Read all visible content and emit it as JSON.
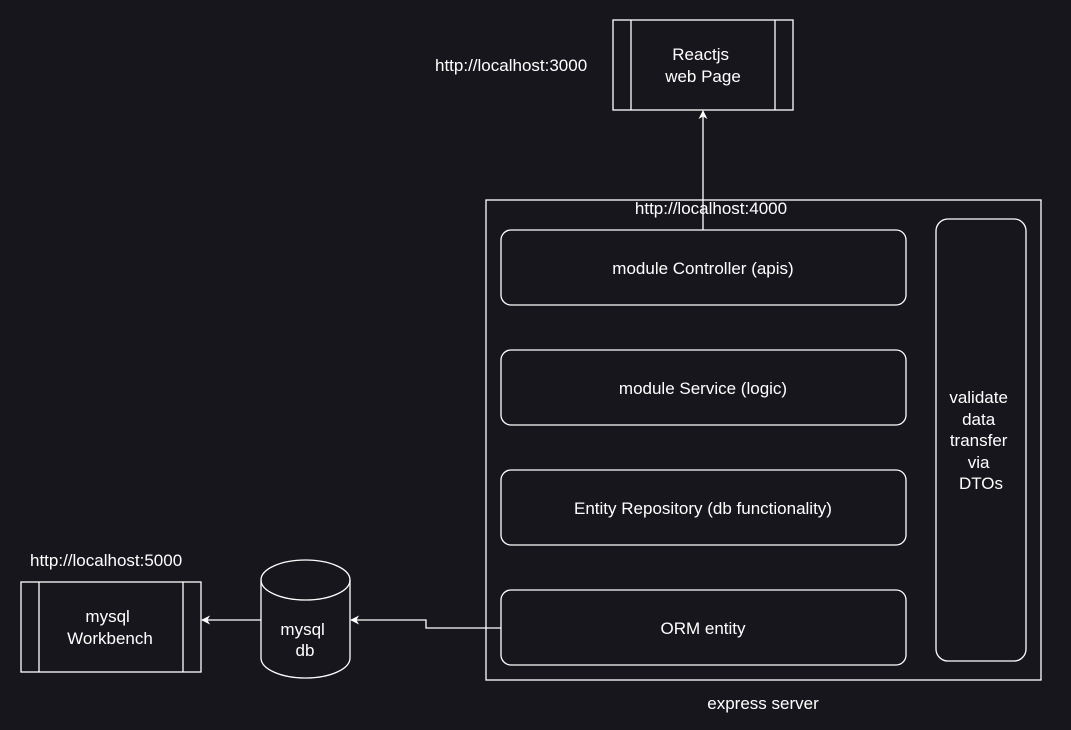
{
  "diagram": {
    "react_url": "http://localhost:3000",
    "react_page": [
      "Reactjs",
      "web Page"
    ],
    "server_url": "http://localhost:4000",
    "controller": "module Controller (apis)",
    "service": "module Service (logic)",
    "repository": "Entity Repository (db functionality)",
    "orm_entity": "ORM entity",
    "dto_validation": [
      "validate",
      "data",
      "transfer",
      "via",
      "DTOs"
    ],
    "server_label": "express server",
    "workbench_url": "http://localhost:5000",
    "workbench": [
      "mysql",
      "Workbench"
    ],
    "database": [
      "mysql",
      "db"
    ]
  },
  "colors": {
    "background": "#18161d",
    "stroke": "#ffffff",
    "text": "#ffffff"
  }
}
